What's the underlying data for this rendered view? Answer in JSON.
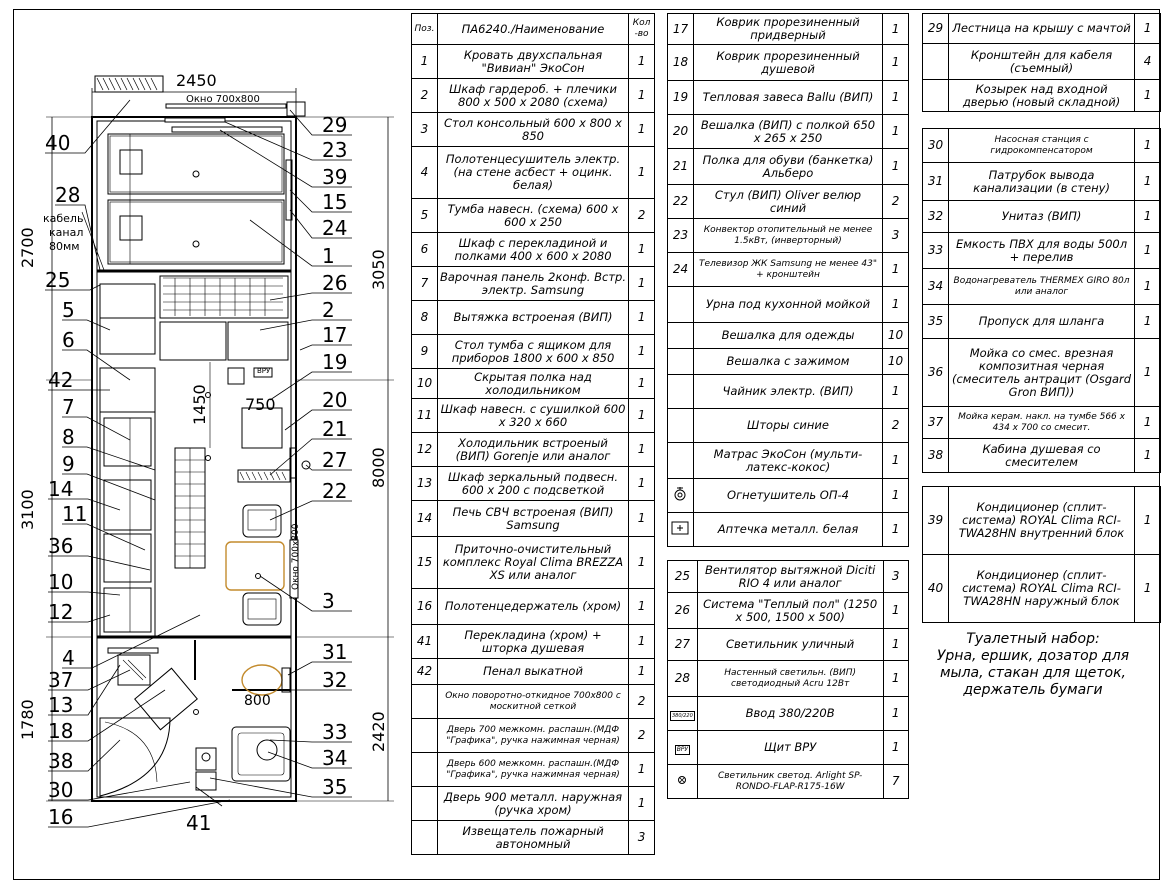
{
  "plan": {
    "dims": {
      "top_width": "2450",
      "window_top": "Окно 700х800",
      "window_side": "Окно 700х800",
      "left_2700": "2700",
      "left_3100": "3100",
      "left_1780": "1780",
      "right_3050": "3050",
      "right_8000": "8000",
      "right_2420": "2420",
      "dim_1450": "1450",
      "dim_750": "750",
      "dim_800": "800",
      "vru": "ВРУ"
    },
    "cable_label_1": "кабель",
    "cable_label_2": "канал",
    "cable_label_3": "80мм",
    "callouts_left": [
      "40",
      "28",
      "25",
      "5",
      "6",
      "42",
      "7",
      "8",
      "9",
      "14",
      "11",
      "36",
      "10",
      "12",
      "4",
      "37",
      "13",
      "18",
      "38",
      "30",
      "16"
    ],
    "callouts_right": [
      "29",
      "23",
      "39",
      "15",
      "24",
      "1",
      "26",
      "2",
      "17",
      "19",
      "20",
      "21",
      "27",
      "22",
      "3",
      "31",
      "32",
      "33",
      "34",
      "35"
    ],
    "callout_bottom": "41"
  },
  "table1": {
    "header": {
      "pos": "Поз.",
      "name": "ПА6240./Наименование",
      "qty": "Кол -во"
    },
    "rows": [
      {
        "pos": "1",
        "name": "Кровать двухспальная \"Вивиан\" ЭкоСон",
        "qty": "1"
      },
      {
        "pos": "2",
        "name": "Шкаф гардероб. + плечики 800 х 500 х 2080 (схема)",
        "qty": "1"
      },
      {
        "pos": "3",
        "name": "Стол консольный 600 х 800 х 850",
        "qty": "1"
      },
      {
        "pos": "4",
        "name": "Полотенцесушитель электр. (на стене асбест + оцинк. белая)",
        "qty": "1"
      },
      {
        "pos": "5",
        "name": "Тумба навесн. (схема) 600 х 600 х 250",
        "qty": "2"
      },
      {
        "pos": "6",
        "name": "Шкаф с перекладиной и полками 400 х 600 х 2080",
        "qty": "1"
      },
      {
        "pos": "7",
        "name": "Варочная панель 2конф. Встр. электр. Samsung",
        "qty": "1"
      },
      {
        "pos": "8",
        "name": "Вытяжка встроеная (ВИП)",
        "qty": "1"
      },
      {
        "pos": "9",
        "name": "Стол тумба с ящиком для приборов 1800 х 600 х 850",
        "qty": "1"
      },
      {
        "pos": "10",
        "name": "Скрытая полка над холодильником",
        "qty": "1"
      },
      {
        "pos": "11",
        "name": "Шкаф навесн. с сушилкой 600 х 320 х 660",
        "qty": "1"
      },
      {
        "pos": "12",
        "name": "Холодильник встроеный (ВИП) Gorenje или аналог",
        "qty": "1"
      },
      {
        "pos": "13",
        "name": "Шкаф зеркальный подвесн. 600 х 200 с подсветкой",
        "qty": "1"
      },
      {
        "pos": "14",
        "name": "Печь СВЧ встроеная (ВИП) Samsung",
        "qty": "1"
      },
      {
        "pos": "15",
        "name": "Приточно-очистительный комплекс Royal Clima BREZZA XS или аналог",
        "qty": "1"
      },
      {
        "pos": "16",
        "name": "Полотенцедержатель (хром)",
        "qty": "1"
      },
      {
        "pos": "41",
        "name": "Перекладина (хром) + шторка душевая",
        "qty": "1"
      },
      {
        "pos": "42",
        "name": "Пенал выкатной",
        "qty": "1"
      },
      {
        "pos": "",
        "name": "Окно поворотно-откидное 700х800 с москитной сеткой",
        "qty": "2"
      },
      {
        "pos": "",
        "name": "Дверь 700 межкомн. распашн.(МДФ \"Графика\", ручка нажимная черная)",
        "qty": "2"
      },
      {
        "pos": "",
        "name": "Дверь 600 межкомн. распашн.(МДФ \"Графика\", ручка нажимная черная)",
        "qty": "1"
      },
      {
        "pos": "",
        "name": "Дверь 900 металл. наружная (ручка хром)",
        "qty": "1"
      },
      {
        "pos": "",
        "name": "Извещатель пожарный автономный",
        "qty": "3"
      }
    ]
  },
  "table2": {
    "rows": [
      {
        "pos": "17",
        "name": "Коврик прорезиненный придверный",
        "qty": "1"
      },
      {
        "pos": "18",
        "name": "Коврик прорезиненный душевой",
        "qty": "1"
      },
      {
        "pos": "19",
        "name": "Тепловая завеса Ballu (ВИП)",
        "qty": "1"
      },
      {
        "pos": "20",
        "name": "Вешалка (ВИП) с полкой 650 х 265 х 250",
        "qty": "1"
      },
      {
        "pos": "21",
        "name": "Полка для обуви (банкетка) Альберо",
        "qty": "1"
      },
      {
        "pos": "22",
        "name": "Стул (ВИП) Oliver велюр синий",
        "qty": "2"
      },
      {
        "pos": "23",
        "name": "Конвектор отопительный не менее 1.5кВт, (инверторный)",
        "qty": "3"
      },
      {
        "pos": "24",
        "name": "Телевизор ЖК Samsung не менее 43\" + кронштейн",
        "qty": "1"
      },
      {
        "pos": "",
        "name": "Урна под кухонной мойкой",
        "qty": "1"
      },
      {
        "pos": "",
        "name": "Вешалка для одежды",
        "qty": "10"
      },
      {
        "pos": "",
        "name": "Вешалка с зажимом",
        "qty": "10"
      },
      {
        "pos": "",
        "name": "Чайник электр. (ВИП)",
        "qty": "1"
      },
      {
        "pos": "",
        "name": "Шторы синие",
        "qty": "2"
      },
      {
        "pos": "",
        "name": "Матрас ЭкоСон (мульти-латекс-кокос)",
        "qty": "1"
      },
      {
        "pos": "extinguisher",
        "name": "Огнетушитель ОП-4",
        "qty": "1"
      },
      {
        "pos": "firstaid",
        "name": "Аптечка металл. белая",
        "qty": "1"
      }
    ]
  },
  "table3": {
    "rows": [
      {
        "pos": "25",
        "name": "Вентилятор вытяжной Diciti RIO 4 или аналог",
        "qty": "3"
      },
      {
        "pos": "26",
        "name": "Система \"Теплый пол\" (1250 х 500, 1500 х 500)",
        "qty": "1"
      },
      {
        "pos": "27",
        "name": "Светильник уличный",
        "qty": "1"
      },
      {
        "pos": "28",
        "name": "Настенный светильн. (ВИП) светодиодный Acru 12Вт",
        "qty": "1"
      },
      {
        "pos": "input",
        "name": "Ввод 380/220В",
        "qty": "1"
      },
      {
        "pos": "vru",
        "name": "Щит ВРУ",
        "qty": "1"
      },
      {
        "pos": "lamp",
        "name": "Светильник светод. Arlight SP-RONDO-FLAP-R175-16W",
        "qty": "7"
      }
    ],
    "input_icon_text": "380/220",
    "vru_icon_text": "ВРУ"
  },
  "table4": {
    "rows": [
      {
        "pos": "29",
        "name": "Лестница на крышу с мачтой",
        "qty": "1"
      },
      {
        "pos": "",
        "name": "Кронштейн для кабеля (съемный)",
        "qty": "4"
      },
      {
        "pos": "",
        "name": "Козырек над входной дверью (новый складной)",
        "qty": "1"
      }
    ]
  },
  "table5": {
    "rows": [
      {
        "pos": "30",
        "name": "Насосная станция с гидрокомпенсатором",
        "qty": "1"
      },
      {
        "pos": "31",
        "name": "Патрубок вывода канализации (в стену)",
        "qty": "1"
      },
      {
        "pos": "32",
        "name": "Унитаз (ВИП)",
        "qty": "1"
      },
      {
        "pos": "33",
        "name": "Емкость ПВХ для воды 500л + перелив",
        "qty": "1"
      },
      {
        "pos": "34",
        "name": "Водонагреватель THERMEX GIRO 80л или аналог",
        "qty": "1"
      },
      {
        "pos": "35",
        "name": "Пропуск для шланга",
        "qty": "1"
      },
      {
        "pos": "36",
        "name": "Мойка со смес. врезная композитная черная (смеситель антрацит (Osgard Gron ВИП))",
        "qty": "1"
      },
      {
        "pos": "37",
        "name": "Мойка керам. накл. на тумбе 566 х 434 х 700 со смесит.",
        "qty": "1"
      },
      {
        "pos": "38",
        "name": "Кабина душевая со смесителем",
        "qty": "1"
      }
    ]
  },
  "table6": {
    "rows": [
      {
        "pos": "39",
        "name": "Кондиционер (сплит-система) ROYAL Clima RCI-TWA28HN внутренний блок",
        "qty": "1"
      },
      {
        "pos": "40",
        "name": "Кондиционер (сплит-система) ROYAL Clima RCI-TWA28HN наружный блок",
        "qty": "1"
      }
    ]
  },
  "note": {
    "title": "Туалетный набор:",
    "text": "Урна, ершик, дозатор для мыла, стакан для щеток, держатель бумаги"
  }
}
